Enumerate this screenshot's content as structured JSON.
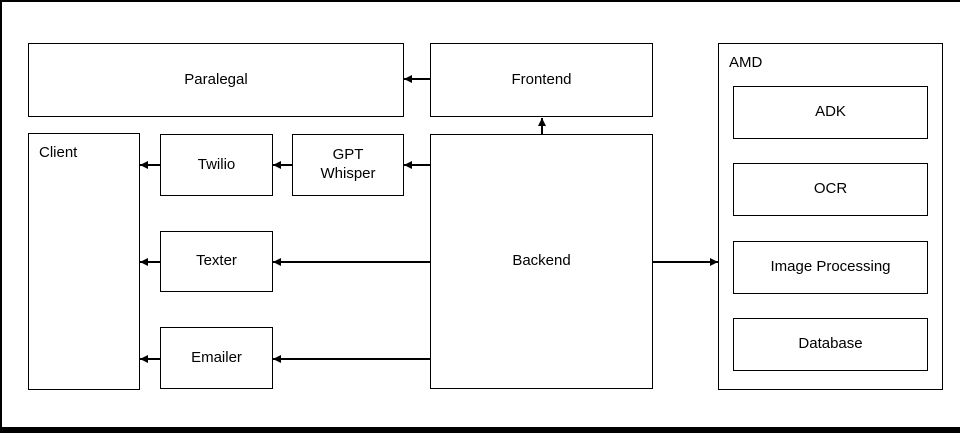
{
  "diagram": {
    "type": "architecture-flow",
    "nodes": {
      "paralegal": {
        "label": "Paralegal"
      },
      "frontend": {
        "label": "Frontend"
      },
      "client": {
        "label": "Client"
      },
      "twilio": {
        "label": "Twilio"
      },
      "gpt_whisper": {
        "label": "GPT\nWhisper"
      },
      "texter": {
        "label": "Texter"
      },
      "emailer": {
        "label": "Emailer"
      },
      "backend": {
        "label": "Backend"
      },
      "amd": {
        "label": "AMD"
      },
      "adk": {
        "label": "ADK"
      },
      "ocr": {
        "label": "OCR"
      },
      "image_processing": {
        "label": "Image Processing"
      },
      "database": {
        "label": "Database"
      }
    },
    "edges": [
      {
        "from": "frontend",
        "to": "paralegal"
      },
      {
        "from": "backend",
        "to": "frontend"
      },
      {
        "from": "backend",
        "to": "gpt_whisper"
      },
      {
        "from": "gpt_whisper",
        "to": "twilio"
      },
      {
        "from": "twilio",
        "to": "client"
      },
      {
        "from": "backend",
        "to": "texter"
      },
      {
        "from": "texter",
        "to": "client"
      },
      {
        "from": "backend",
        "to": "emailer"
      },
      {
        "from": "emailer",
        "to": "client"
      },
      {
        "from": "backend",
        "to": "amd"
      }
    ],
    "groups": [
      {
        "parent": "amd",
        "children": [
          "adk",
          "ocr",
          "image_processing",
          "database"
        ]
      }
    ]
  },
  "colors": {
    "background": "#ffffff",
    "line": "#000000",
    "text": "#000000"
  }
}
